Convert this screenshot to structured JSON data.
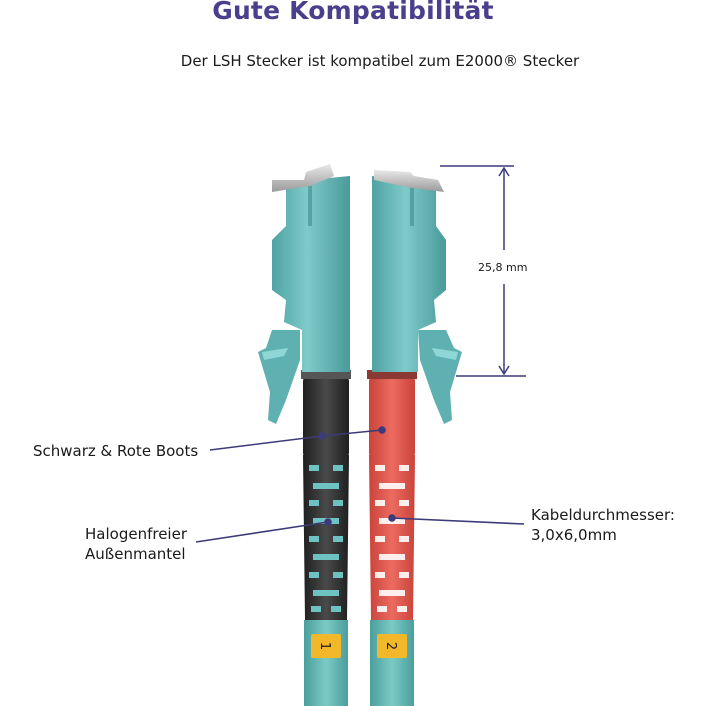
{
  "title": "Gute Kompatibilität",
  "subtitle": "Der LSH Stecker ist kompatibel zum E2000® Stecker",
  "callouts": {
    "boots": "Schwarz & Rote Boots",
    "jacket_line1": "Halogenfreier",
    "jacket_line2": "Außenmantel",
    "diameter_line1": "Kabeldurchmesser:",
    "diameter_line2": "3,0x6,0mm"
  },
  "dimension": "25,8 mm",
  "cable_labels": {
    "left": "1",
    "right": "2"
  },
  "colors": {
    "title": "#4a3f8c",
    "connector_aqua": "#5fb5b5",
    "boot_black": "#2b2b2b",
    "boot_red": "#e0564c",
    "cable_aqua": "#5fb3b0",
    "label_yellow": "#f2b82a",
    "leader_line": "#3d3a7a"
  }
}
